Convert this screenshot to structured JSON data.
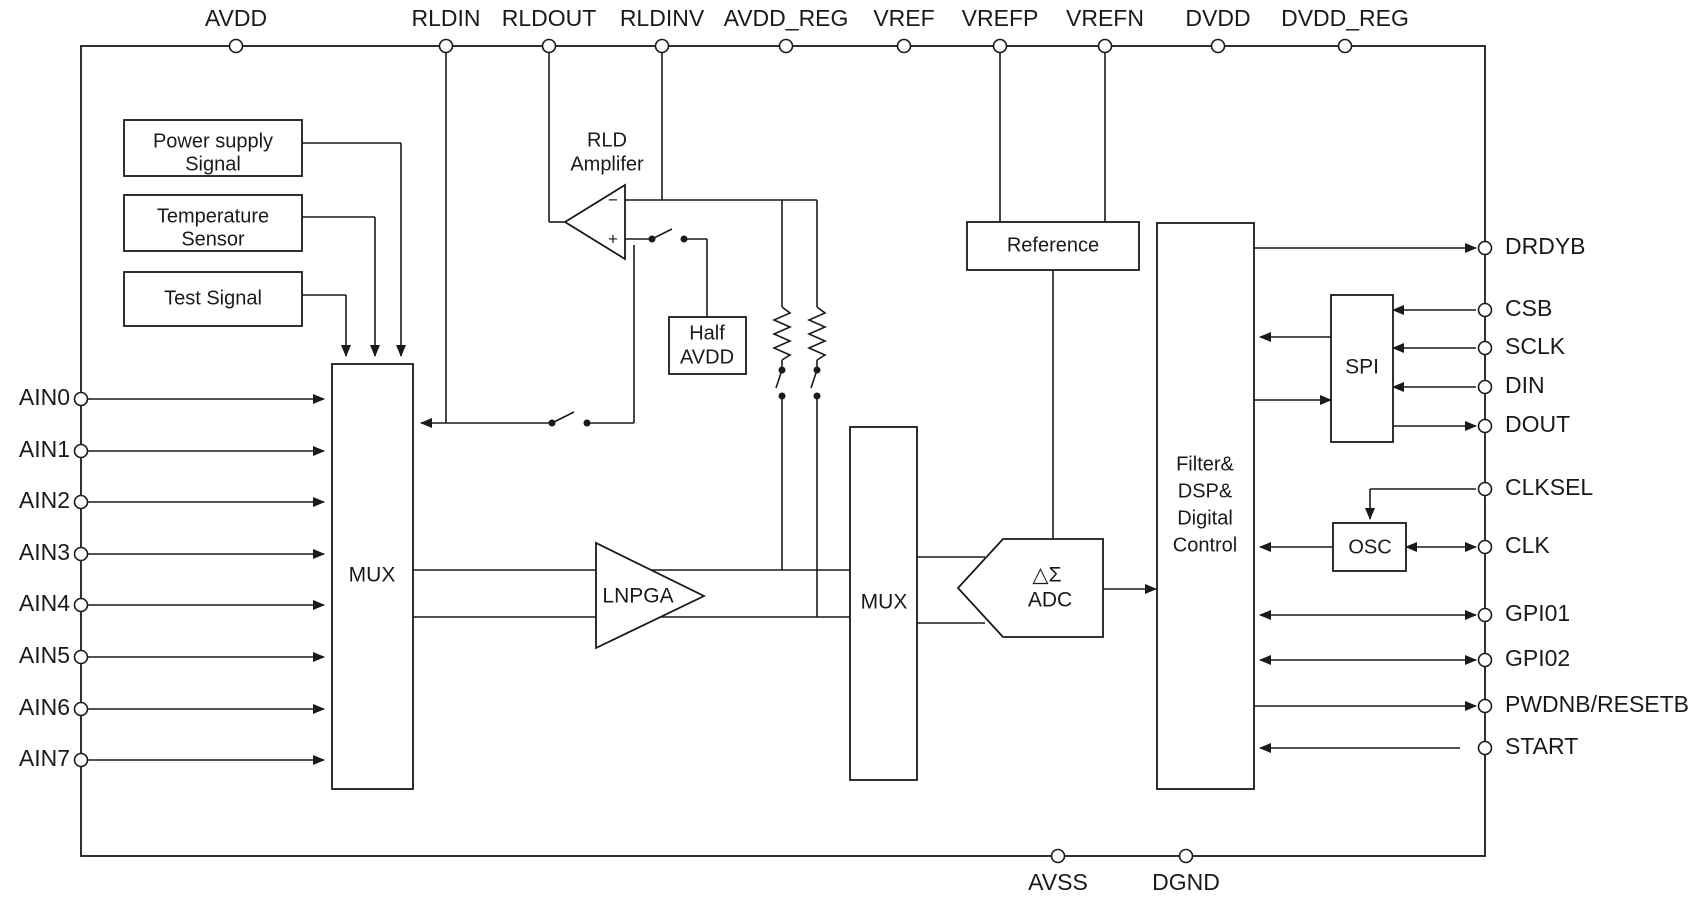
{
  "pins": {
    "top": [
      "AVDD",
      "RLDIN",
      "RLDOUT",
      "RLDINV",
      "AVDD_REG",
      "VREF",
      "VREFP",
      "VREFN",
      "DVDD",
      "DVDD_REG"
    ],
    "left": [
      "AIN0",
      "AIN1",
      "AIN2",
      "AIN3",
      "AIN4",
      "AIN5",
      "AIN6",
      "AIN7"
    ],
    "right": [
      "DRDYB",
      "CSB",
      "SCLK",
      "DIN",
      "DOUT",
      "CLKSEL",
      "CLK",
      "GPI01",
      "GPI02",
      "PWDNB/RESETB",
      "START"
    ],
    "bottom": [
      "AVSS",
      "DGND"
    ]
  },
  "blocks": {
    "power_supply": [
      "Power supply",
      "Signal"
    ],
    "temperature": [
      "Temperature",
      "Sensor"
    ],
    "test_signal": "Test Signal",
    "mux_input": "MUX",
    "rld_amp": [
      "RLD",
      "Amplifer"
    ],
    "half_avdd": [
      "Half",
      "AVDD"
    ],
    "lnpga": "LNPGA",
    "mux_adc": "MUX",
    "reference": "Reference",
    "adc": [
      "△Σ",
      "ADC"
    ],
    "dsp": [
      "Filter&",
      "DSP&",
      "Digital",
      "Control"
    ],
    "spi": "SPI",
    "osc": "OSC"
  },
  "signs": {
    "minus": "−",
    "plus": "+"
  }
}
